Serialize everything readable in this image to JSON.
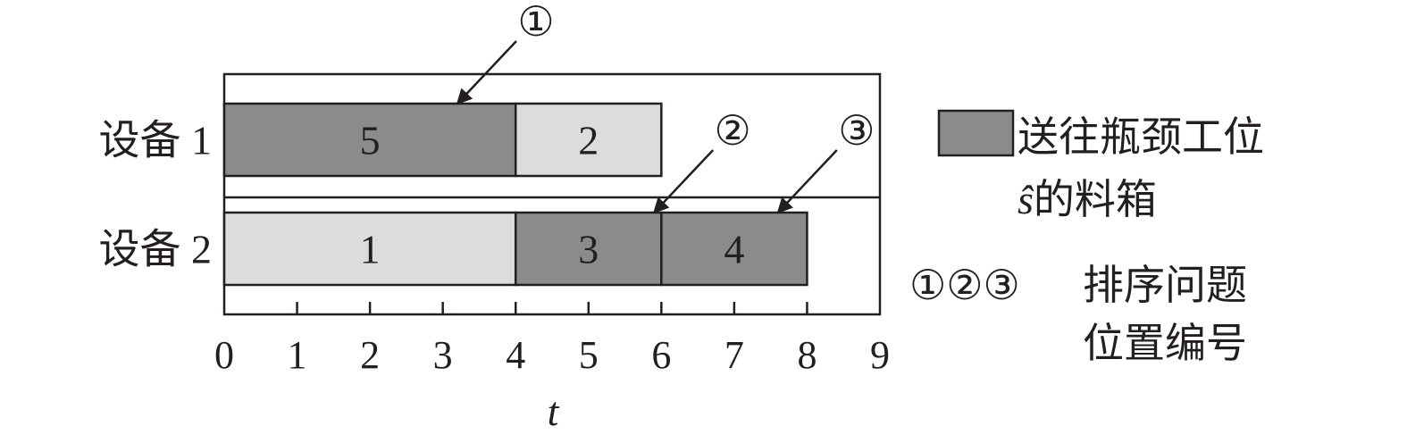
{
  "chart_data": {
    "type": "gantt",
    "xlabel": "t",
    "xlim": [
      0,
      9
    ],
    "x_ticks": [
      "0",
      "1",
      "2",
      "3",
      "4",
      "5",
      "6",
      "7",
      "8",
      "9"
    ],
    "machines": [
      {
        "label": "设备 1",
        "jobs": [
          {
            "label": "5",
            "start": 0,
            "end": 4,
            "kind": "bottleneck"
          },
          {
            "label": "2",
            "start": 4,
            "end": 6,
            "kind": "normal"
          }
        ]
      },
      {
        "label": "设备 2",
        "jobs": [
          {
            "label": "1",
            "start": 0,
            "end": 4,
            "kind": "normal"
          },
          {
            "label": "3",
            "start": 4,
            "end": 6,
            "kind": "bottleneck"
          },
          {
            "label": "4",
            "start": 6,
            "end": 8,
            "kind": "bottleneck"
          }
        ]
      }
    ],
    "markers": [
      {
        "label": "①",
        "machine": 0,
        "t": 3.2
      },
      {
        "label": "②",
        "machine": 1,
        "t": 5.9
      },
      {
        "label": "③",
        "machine": 1,
        "t": 7.6
      }
    ],
    "legend": {
      "swatch_line1": "送往瓶颈工位",
      "swatch_line2_symbol": "ŝ",
      "swatch_line2": "的料箱",
      "markers_symbols": "①②③",
      "markers_line1": "排序问题",
      "markers_line2": "位置编号"
    },
    "colors": {
      "bottleneck": "#8c8b8b",
      "normal": "#dcdcdc",
      "stroke": "#231f20"
    }
  }
}
